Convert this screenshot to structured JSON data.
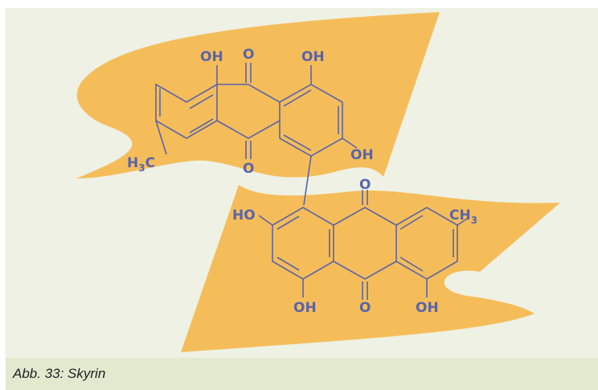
{
  "caption": "Abb. 33: Skyrin",
  "colors": {
    "background": "#eef1e4",
    "caption_bar": "#e1e9cf",
    "shape": "#f5bd5a",
    "structure": "#5a64a8"
  },
  "labels": {
    "top_oh_left": "OH",
    "top_o_top": "O",
    "top_oh_right": "OH",
    "top_ch3_main": "H",
    "top_ch3_sub": "3",
    "top_ch3_c": "C",
    "top_oh_side": "OH",
    "top_o_bottom": "O",
    "bottom_o_top": "O",
    "bottom_ho_side": "HO",
    "bottom_ch3_main": "CH",
    "bottom_ch3_sub": "3",
    "bottom_oh_left": "OH",
    "bottom_o_bottom": "O",
    "bottom_oh_right": "OH"
  }
}
